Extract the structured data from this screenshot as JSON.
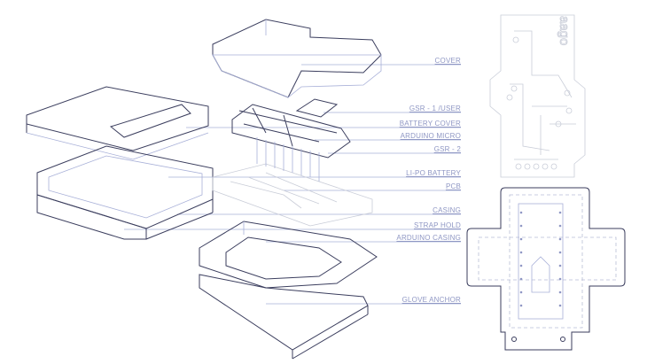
{
  "labels": {
    "cover": "COVER",
    "gsr1": "GSR - 1 /USER",
    "battery_cover": "BATTERY COVER",
    "arduino_micro": "ARDUINO MICRO",
    "gsr2": "GSR - 2",
    "lipo": "LI-PO BATTERY",
    "pcb": "PCB",
    "casing": "CASING",
    "strap_hold": "STRAP HOLD",
    "arduino_casing": "ARDUINO CASING",
    "glove_anchor": "GLOVE ANCHOR"
  },
  "logo_text": "aago",
  "colors": {
    "outline": "#3b3e5e",
    "label": "#8f97c4"
  }
}
